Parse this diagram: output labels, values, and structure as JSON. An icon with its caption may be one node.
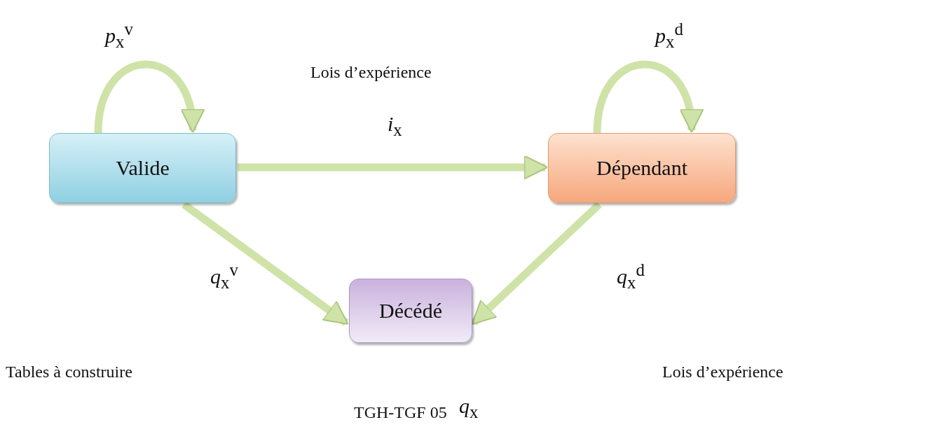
{
  "diagram": {
    "nodes": [
      {
        "text": [
          "Valide"
        ]
      },
      {
        "text": [
          "Dépendant"
        ]
      },
      {
        "text": [
          "Décédé"
        ],
        "beside": [
          "TGH-TGF 05",
          "*q*$_{x}$"
        ]
      }
    ],
    "edges": [
      {
        "from": 0,
        "to": 0,
        "arrow": "to",
        "label": "*p*$_{x}$$^{v}$"
      },
      {
        "from": 1,
        "to": 1,
        "arrow": "to",
        "label": "*p*$_{x}$$^{d}$"
      },
      {
        "from": 0,
        "to": 1,
        "arrow": "to",
        "label": "*i*$_{x}$"
      },
      {
        "from": 0,
        "to": 2,
        "arrow": "to",
        "label": "*q*$_{x}$$^{v}$"
      },
      {
        "from": 1,
        "to": 2,
        "arrow": "to",
        "label": "*q*$_{x}$$^{d}$"
      }
    ],
    "labels": [
      "Lois d’expérience",
      "Tables à construire",
      "Lois d’expérience"
    ]
  }
}
